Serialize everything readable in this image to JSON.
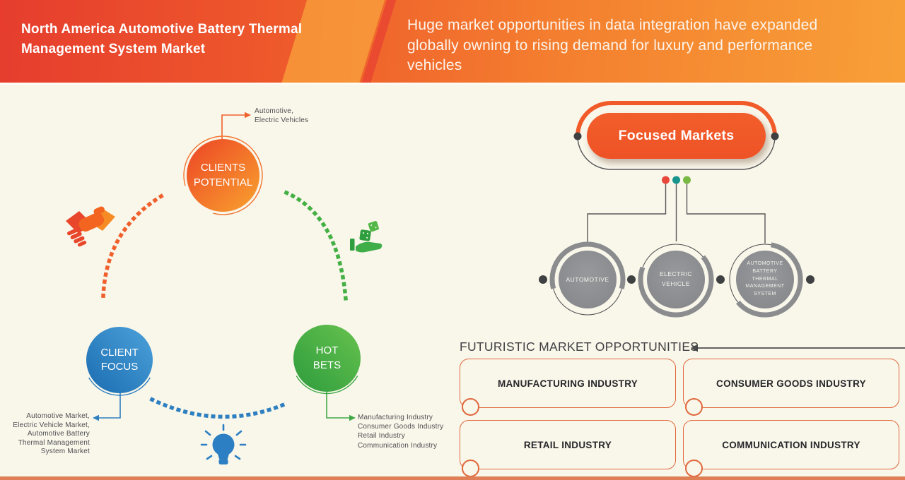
{
  "header": {
    "title": "North America Automotive Battery Thermal\nManagement System Market",
    "subtitle": "Huge market opportunities in data integration have expanded globally owning to rising demand for luxury and performance vehicles"
  },
  "left_diagram": {
    "clients_potential": {
      "label": "CLIENTS\nPOTENTIAL",
      "callout": "Automotive,\nElectric Vehicles"
    },
    "client_focus": {
      "label": "CLIENT\nFOCUS",
      "callout": "Automotive Market,\nElectric Vehicle Market,\nAutomotive Battery\nThermal Management\nSystem Market"
    },
    "hot_bets": {
      "label": "HOT\nBETS",
      "callout": "Manufacturing Industry\nConsumer Goods Industry\nRetail Industry\nCommunication Industry"
    },
    "icons": [
      "handshake-icon",
      "hand-dice-icon",
      "lightbulb-icon"
    ]
  },
  "right_diagram": {
    "focused_markets_label": "Focused Markets",
    "nodes": [
      {
        "label": "AUTOMOTIVE"
      },
      {
        "label": "ELECTRIC\nVEHICLE"
      },
      {
        "label": "AUTOMOTIVE\nBATTERY\nTHERMAL\nMANAGEMENT\nSYSTEM"
      }
    ]
  },
  "futuristic": {
    "heading": "FUTURISTIC MARKET OPPORTUNITIES",
    "boxes": [
      {
        "label": "MANUFACTURING INDUSTRY"
      },
      {
        "label": "CONSUMER GOODS INDUSTRY"
      },
      {
        "label": "RETAIL INDUSTRY"
      },
      {
        "label": "COMMUNICATION INDUSTRY"
      }
    ]
  },
  "colors": {
    "header_red": "#e63d2e",
    "header_orange": "#f8a038",
    "accent_orange": "#f05a28",
    "accent_blue": "#2d7fc0",
    "accent_green": "#3fa845",
    "node_gray": "#8a8c8e",
    "dot_red": "#e8473b",
    "dot_teal": "#17948e",
    "dot_green": "#78b843",
    "background_cream": "#f9f6ea",
    "box_border_orange": "#e0693d"
  }
}
